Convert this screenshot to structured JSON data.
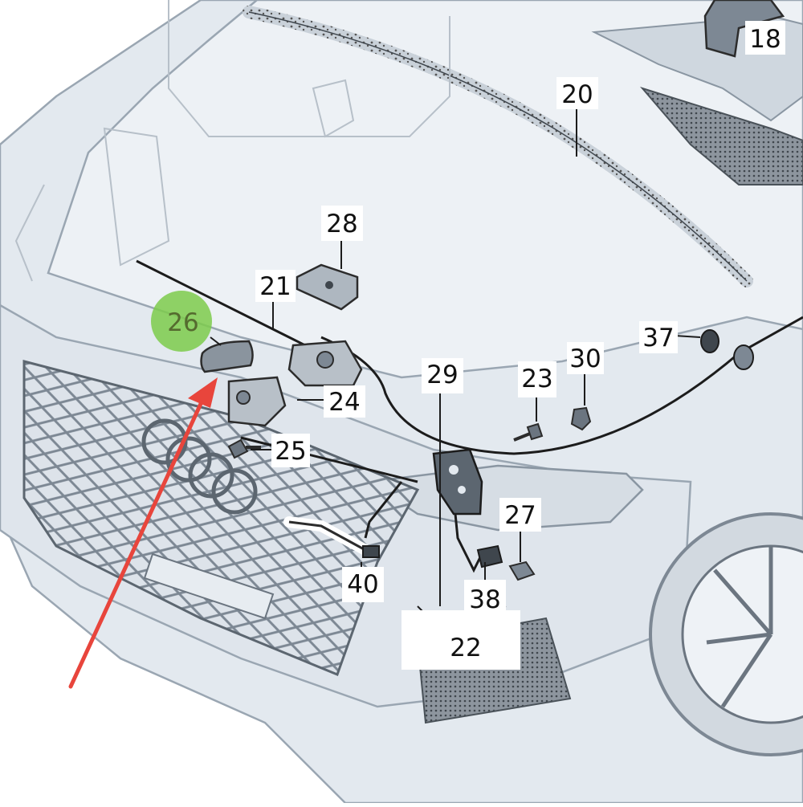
{
  "diagram": {
    "parts": [
      {
        "id": "18",
        "label": "18"
      },
      {
        "id": "20",
        "label": "20"
      },
      {
        "id": "21",
        "label": "21"
      },
      {
        "id": "22",
        "label": "22"
      },
      {
        "id": "23",
        "label": "23"
      },
      {
        "id": "24",
        "label": "24"
      },
      {
        "id": "25",
        "label": "25"
      },
      {
        "id": "26",
        "label": "26",
        "highlighted": true
      },
      {
        "id": "27",
        "label": "27"
      },
      {
        "id": "28",
        "label": "28"
      },
      {
        "id": "29",
        "label": "29"
      },
      {
        "id": "30",
        "label": "30"
      },
      {
        "id": "37",
        "label": "37"
      },
      {
        "id": "38",
        "label": "38"
      },
      {
        "id": "40",
        "label": "40"
      }
    ],
    "highlight_color": "#7CCB4B",
    "arrow_color": "#E8453C",
    "line_color": "#1c1c1c",
    "body_color": "#e3e9ef",
    "outline_color": "#9aa6b2"
  }
}
